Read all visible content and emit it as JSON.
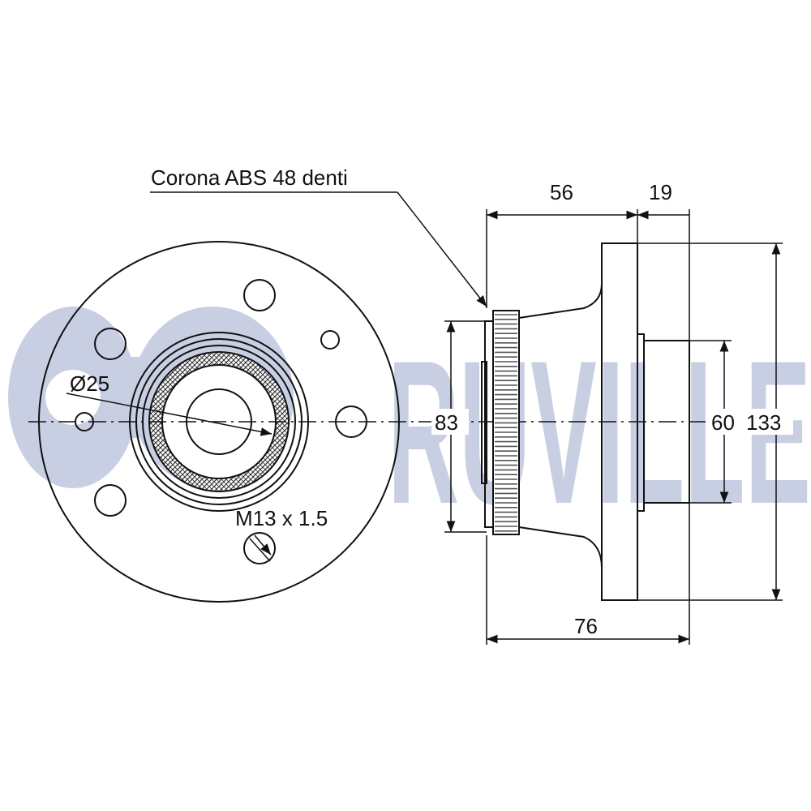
{
  "brand": {
    "logo_text": "RUVILLE",
    "logo_color": "#c9cfe3"
  },
  "colors": {
    "line": "#111111",
    "background": "#ffffff",
    "teeth": "#555555"
  },
  "annotations": {
    "abs_ring": "Corona ABS 48 denti",
    "bore_diameter": "Ø25",
    "thread": "M13 x 1.5"
  },
  "dimensions": {
    "width_56": "56",
    "width_19": "19",
    "height_83": "83",
    "height_60": "60",
    "height_133": "133",
    "width_76": "76"
  }
}
